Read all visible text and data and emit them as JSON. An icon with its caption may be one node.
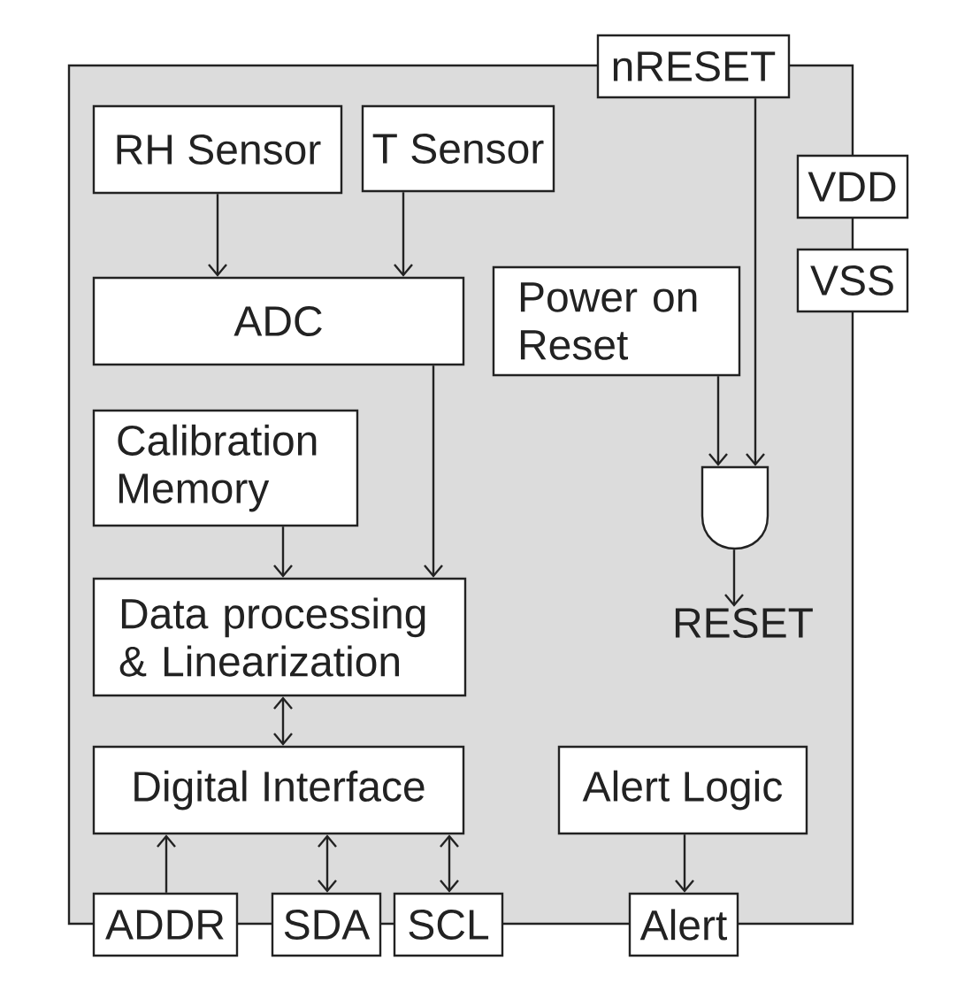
{
  "diagram": {
    "nodes": [
      {
        "text": [],
        "shape": "box"
      },
      {
        "text": [
          "nRESET"
        ]
      },
      {
        "text": [
          "VDD"
        ]
      },
      {
        "text": [
          "VSS"
        ]
      },
      {
        "text": [
          "RH Sensor"
        ],
        "in": 0
      },
      {
        "text": [
          "T Sensor"
        ],
        "in": 0
      },
      {
        "text": [
          "ADC"
        ],
        "in": 0
      },
      {
        "text": [
          "Power on Reset"
        ],
        "in": 0
      },
      {
        "text": [
          "Calibration Memory"
        ],
        "in": 0
      },
      {
        "text": [],
        "shape": "gate",
        "in": 0
      },
      {
        "text": [
          "RESET"
        ],
        "in": 0
      },
      {
        "text": [
          "Data processing & Linearization"
        ],
        "in": 0
      },
      {
        "text": [
          "Digital Interface"
        ],
        "in": 0
      },
      {
        "text": [
          "Alert Logic"
        ],
        "in": 0
      },
      {
        "text": [
          "ADDR"
        ]
      },
      {
        "text": [
          "SDA"
        ]
      },
      {
        "text": [
          "SCL"
        ]
      },
      {
        "text": [
          "Alert"
        ]
      }
    ],
    "edges": [
      {
        "from": 4,
        "to": 6,
        "arrow": "to"
      },
      {
        "from": 5,
        "to": 6,
        "arrow": "to"
      },
      {
        "from": 6,
        "to": 11,
        "arrow": "to"
      },
      {
        "from": 8,
        "to": 11,
        "arrow": "to"
      },
      {
        "from": 11,
        "to": 12,
        "arrow": "both"
      },
      {
        "from": 14,
        "to": 12,
        "arrow": "to"
      },
      {
        "from": 12,
        "to": 15,
        "arrow": "both"
      },
      {
        "from": 12,
        "to": 16,
        "arrow": "both"
      },
      {
        "from": 13,
        "to": 17,
        "arrow": "to"
      },
      {
        "from": 7,
        "to": 9,
        "arrow": "to"
      },
      {
        "from": 1,
        "to": 9,
        "arrow": "to"
      },
      {
        "from": 9,
        "to": 10,
        "arrow": "to"
      }
    ]
  }
}
